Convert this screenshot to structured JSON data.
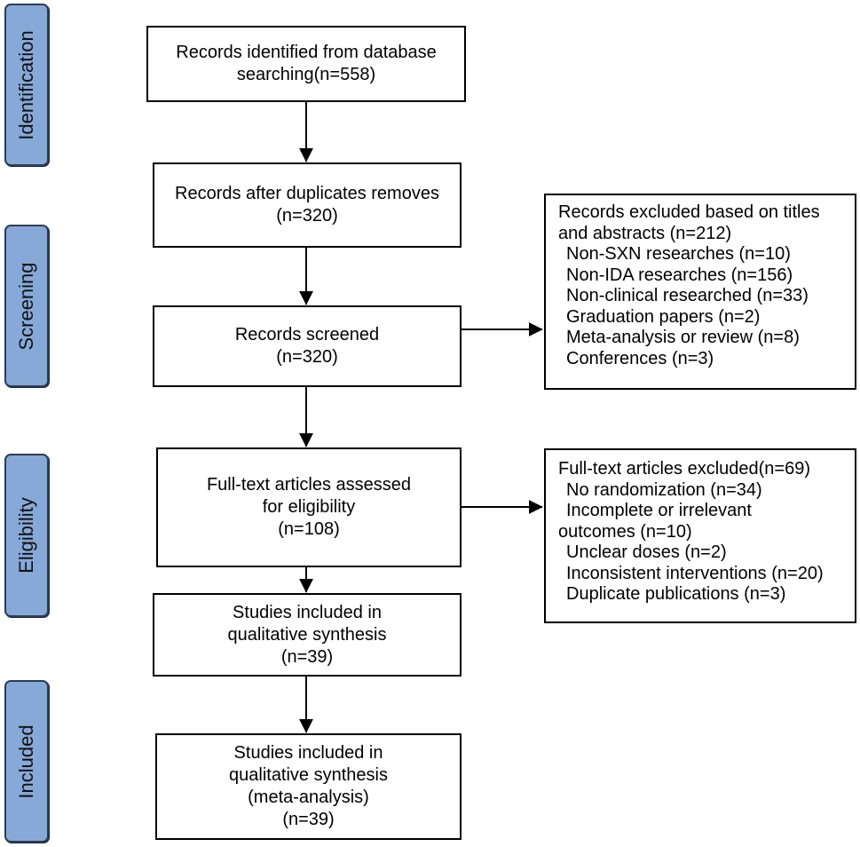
{
  "phases": {
    "identification": "Identification",
    "screening": "Screening",
    "eligibility": "Eligibility",
    "included": "Included"
  },
  "boxes": {
    "identified": {
      "lines": [
        "Records identified from database",
        "searching(n=558)"
      ]
    },
    "after_duplicates": {
      "lines": [
        "Records after duplicates removes",
        "(n=320)"
      ]
    },
    "screened": {
      "lines": [
        "Records screened",
        "(n=320)"
      ]
    },
    "full_text": {
      "lines": [
        "Full-text articles assessed",
        "for eligibility",
        "(n=108)"
      ]
    },
    "qualitative": {
      "lines": [
        "Studies included in",
        "qualitative synthesis",
        "(n=39)"
      ]
    },
    "meta": {
      "lines": [
        "Studies included in",
        "qualitative synthesis",
        "(meta-analysis)",
        "(n=39)"
      ]
    }
  },
  "excluded_titles": {
    "header_lines": [
      "Records excluded based on titles",
      "and abstracts (n=212)"
    ],
    "items": [
      "Non-SXN researches (n=10)",
      "Non-IDA researches (n=156)",
      "Non-clinical researched (n=33)",
      "Graduation papers (n=2)",
      "Meta-analysis or review (n=8)",
      "Conferences (n=3)"
    ]
  },
  "excluded_fulltext": {
    "header": "Full-text articles excluded(n=69)",
    "items": [
      "No randomization (n=34)",
      "Incomplete or irrelevant"
    ],
    "continuation": "outcomes (n=10)",
    "items_after": [
      "Unclear doses (n=2)",
      "Inconsistent interventions (n=20)",
      "Duplicate publications (n=3)"
    ]
  }
}
